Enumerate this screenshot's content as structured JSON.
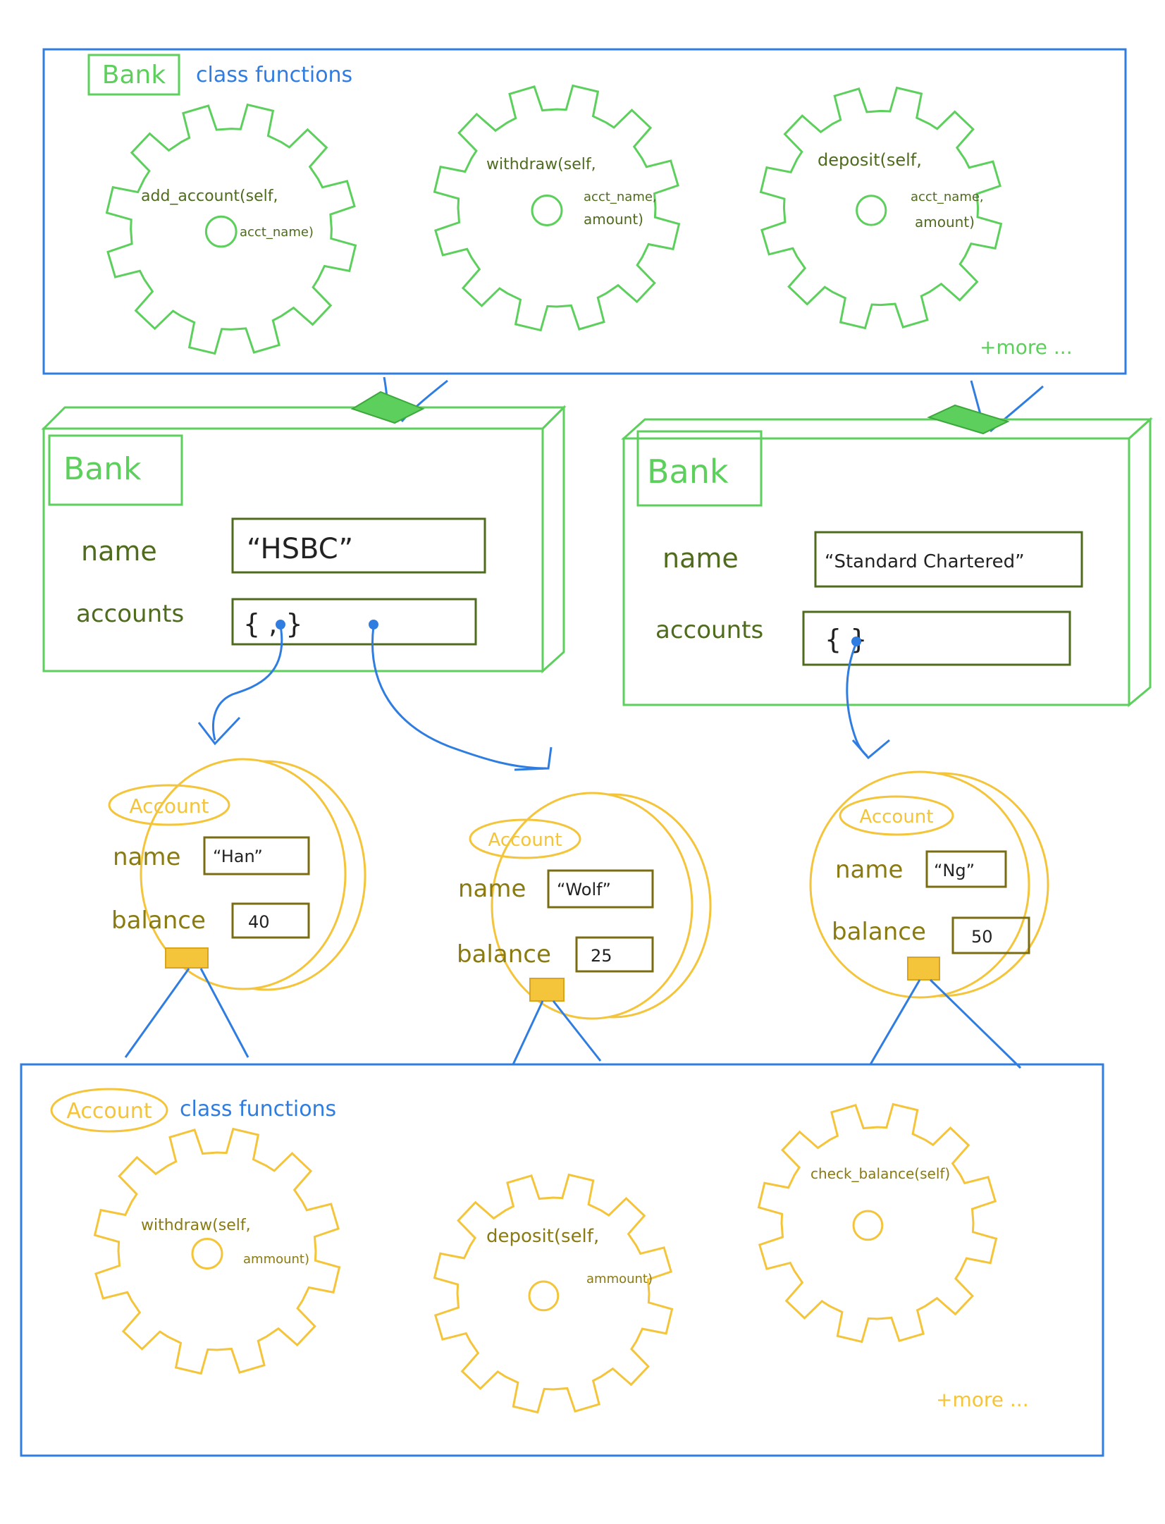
{
  "colors": {
    "blue": "#2f7de1",
    "green": "#5ccf5c",
    "green_text": "#4f6b1e",
    "green_box": "#4f6b1e",
    "yellow": "#f4c43a",
    "olive_text": "#8a7a12",
    "olive_box": "#7a6c12"
  },
  "bank_class": {
    "title_badge": "Bank",
    "title_rest": "class functions",
    "gears": [
      {
        "lines": [
          "add_account(self,",
          "acct_name)"
        ]
      },
      {
        "lines": [
          "withdraw(self,",
          "acct_name,",
          "amount)"
        ]
      },
      {
        "lines": [
          "deposit(self,",
          "acct_name,",
          "amount)"
        ]
      }
    ],
    "more": "+more ..."
  },
  "banks": [
    {
      "title": "Bank",
      "name_label": "name",
      "name_value": "“HSBC”",
      "accounts_label": "accounts",
      "accounts_value": "{  ,  }"
    },
    {
      "title": "Bank",
      "name_label": "name",
      "name_value": "“Standard Chartered”",
      "accounts_label": "accounts",
      "accounts_value": "{  }"
    }
  ],
  "accounts": [
    {
      "badge": "Account",
      "name_label": "name",
      "name_value": "“Han”",
      "balance_label": "balance",
      "balance_value": "40"
    },
    {
      "badge": "Account",
      "name_label": "name",
      "name_value": "“Wolf”",
      "balance_label": "balance",
      "balance_value": "25"
    },
    {
      "badge": "Account",
      "name_label": "name",
      "name_value": "“Ng”",
      "balance_label": "balance",
      "balance_value": "50"
    }
  ],
  "account_class": {
    "title_badge": "Account",
    "title_rest": "class functions",
    "gears": [
      {
        "lines": [
          "withdraw(self,",
          "ammount)"
        ]
      },
      {
        "lines": [
          "deposit(self,",
          "ammount)"
        ]
      },
      {
        "lines": [
          "check_balance(self)"
        ]
      }
    ],
    "more": "+more ..."
  }
}
